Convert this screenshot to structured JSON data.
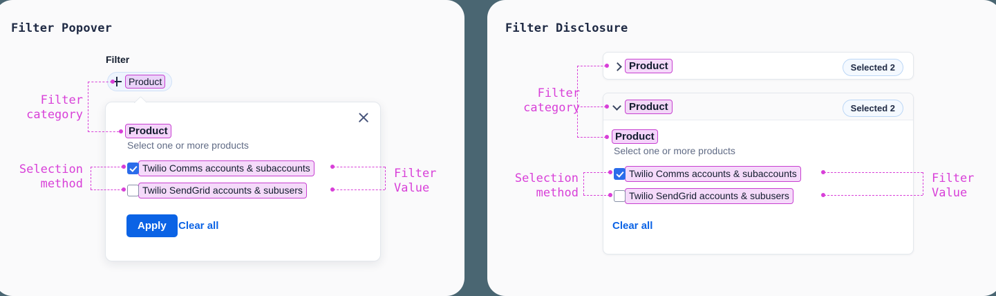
{
  "meta": {
    "background_color": "#4a6672",
    "panel_background": "#fafafb",
    "annotation_color": "#d83fd8",
    "accent_blue": "#0b63e5",
    "checkbox_blue": "#2b6cea",
    "text_dark": "#121c2d",
    "muted_text": "#606b85"
  },
  "panels": {
    "left": {
      "title": "Filter Popover",
      "filter_label": "Filter",
      "chip": {
        "icon": "plus-icon",
        "label": "Product"
      },
      "popover": {
        "close_icon": "close-icon",
        "group_title": "Product",
        "group_help": "Select one or more products",
        "options": [
          {
            "label": "Twilio Comms accounts & subaccounts",
            "checked": true
          },
          {
            "label": "Twilio SendGrid accounts & subusers",
            "checked": false
          }
        ],
        "apply_label": "Apply",
        "clear_label": "Clear all"
      },
      "annotations": {
        "filter_category": "Filter\ncategory",
        "selection_method": "Selection\n  method",
        "filter_value": "Filter\nValue"
      }
    },
    "right": {
      "title": "Filter Disclosure",
      "collapsed": {
        "chevron": "chevron-right-icon",
        "title": "Product",
        "badge": "Selected 2"
      },
      "expanded": {
        "chevron": "chevron-down-icon",
        "title": "Product",
        "badge": "Selected 2",
        "group_title": "Product",
        "group_help": "Select one or more products",
        "options": [
          {
            "label": "Twilio Comms accounts & subaccounts",
            "checked": true
          },
          {
            "label": "Twilio SendGrid accounts & subusers",
            "checked": false
          }
        ],
        "clear_label": "Clear all"
      },
      "annotations": {
        "filter_category": "Filter\ncategory",
        "selection_method": "Selection\n  method",
        "filter_value": "Filter\nValue"
      }
    }
  }
}
